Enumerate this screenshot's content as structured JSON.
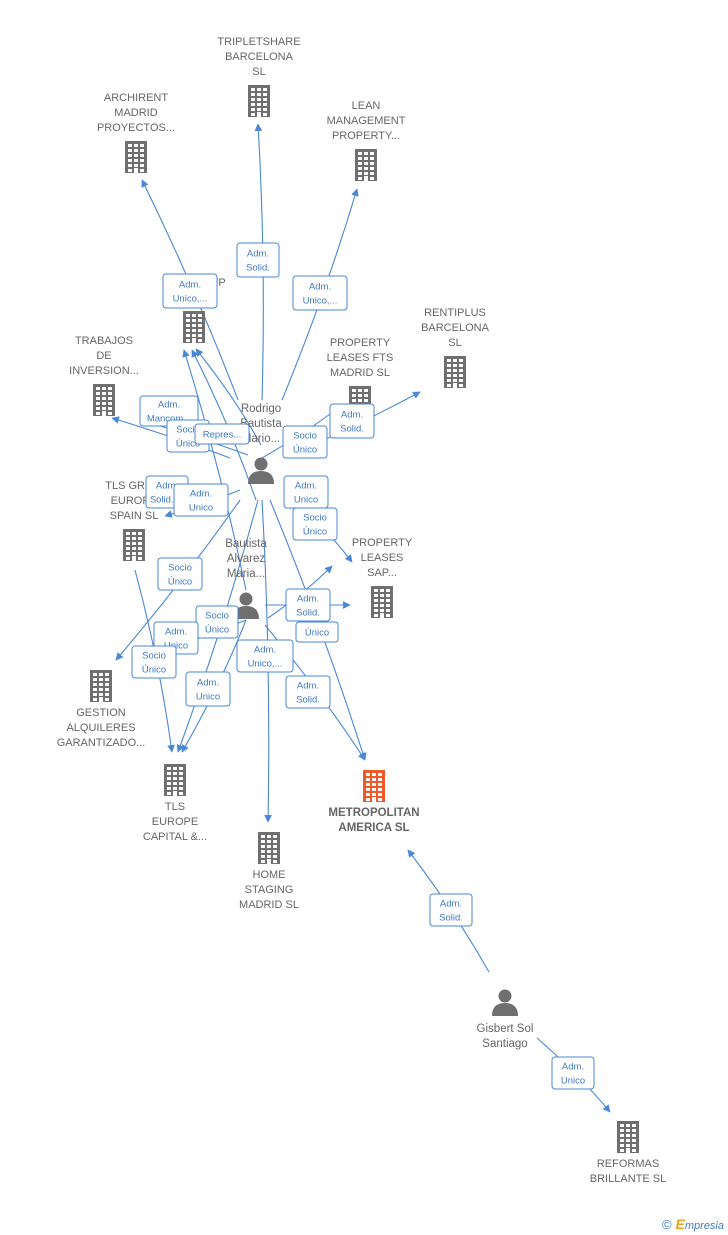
{
  "companies": [
    {
      "id": "tripletshare",
      "lines": [
        "TRIPLETSHARE",
        "BARCELONA",
        "SL"
      ],
      "highlight": false
    },
    {
      "id": "archirent",
      "lines": [
        "ARCHIRENT",
        "MADRID",
        "PROYECTOS..."
      ],
      "highlight": false
    },
    {
      "id": "lean",
      "lines": [
        "LEAN",
        "MANAGEMENT",
        "PROPERTY..."
      ],
      "highlight": false
    },
    {
      "id": "tlsgroup",
      "lines": [
        "TLS GROUP",
        "SA..."
      ],
      "highlight": false
    },
    {
      "id": "rentiplus",
      "lines": [
        "RENTIPLUS",
        "BARCELONA",
        "SL"
      ],
      "highlight": false
    },
    {
      "id": "trabajos",
      "lines": [
        "TRABAJOS",
        "DE",
        "INVERSION..."
      ],
      "highlight": false
    },
    {
      "id": "propertyfts",
      "lines": [
        "PROPERTY",
        "LEASES FTS",
        "MADRID SL"
      ],
      "highlight": false
    },
    {
      "id": "tlsgroupeurope",
      "lines": [
        "TLS GRO...",
        "EUROP...",
        "SPAIN SL"
      ],
      "highlight": false
    },
    {
      "id": "propertysap",
      "lines": [
        "PROPERTY",
        "LEASES",
        "SAP..."
      ],
      "highlight": false
    },
    {
      "id": "gestion",
      "lines": [
        "GESTION",
        "ALQUILERES",
        "GARANTIZADO..."
      ],
      "highlight": false
    },
    {
      "id": "tlseurope",
      "lines": [
        "TLS",
        "EUROPE",
        "CAPITAL &..."
      ],
      "highlight": false
    },
    {
      "id": "homestaging",
      "lines": [
        "HOME",
        "STAGING",
        "MADRID SL"
      ],
      "highlight": false
    },
    {
      "id": "metropolitan",
      "lines": [
        "METROPOLITAN",
        "AMERICA SL"
      ],
      "highlight": true
    },
    {
      "id": "reformas",
      "lines": [
        "REFORMAS",
        "BRILLANTE SL"
      ],
      "highlight": false
    }
  ],
  "persons": [
    {
      "id": "rodrigo",
      "lines": [
        "Rodrigo",
        "Bautista",
        "Mario..."
      ]
    },
    {
      "id": "bautista",
      "lines": [
        "Bautista",
        "Alvarez",
        "Maria..."
      ]
    },
    {
      "id": "gisbert",
      "lines": [
        "Gisbert Sol",
        "Santiago"
      ]
    }
  ],
  "relations": [
    {
      "lines": [
        "Adm.",
        "Solid."
      ]
    },
    {
      "lines": [
        "Adm.",
        "Unico,..."
      ]
    },
    {
      "lines": [
        "Adm.",
        "Unico,..."
      ]
    },
    {
      "lines": [
        "Adm.",
        "Mancom..."
      ]
    },
    {
      "lines": [
        "Socio",
        "Único"
      ]
    },
    {
      "lines": [
        "Repres..."
      ]
    },
    {
      "lines": [
        "Socio",
        "Único"
      ]
    },
    {
      "lines": [
        "Adm.",
        "Solid."
      ]
    },
    {
      "lines": [
        "Adm.",
        "Unico"
      ]
    },
    {
      "lines": [
        "Adm.",
        "Solid.,..."
      ]
    },
    {
      "lines": [
        "Adm.",
        "Unico"
      ]
    },
    {
      "lines": [
        "Socio",
        "Único"
      ]
    },
    {
      "lines": [
        "Socio",
        "Único"
      ]
    },
    {
      "lines": [
        "Socio",
        "Único"
      ]
    },
    {
      "lines": [
        "Adm.",
        "Solid."
      ]
    },
    {
      "lines": [
        "Único"
      ]
    },
    {
      "lines": [
        "Adm.",
        "Unico"
      ]
    },
    {
      "lines": [
        "Socio",
        "Único"
      ]
    },
    {
      "lines": [
        "Adm.",
        "Unico,..."
      ]
    },
    {
      "lines": [
        "Adm.",
        "Unico"
      ]
    },
    {
      "lines": [
        "Adm.",
        "Solid."
      ]
    },
    {
      "lines": [
        "Adm.",
        "Solid."
      ]
    },
    {
      "lines": [
        "Adm.",
        "Unico"
      ]
    }
  ],
  "colors": {
    "building": "#6f6f6f",
    "highlight": "#f05a28",
    "edge": "#4a87d4",
    "person": "#6f6f6f"
  },
  "icons": {
    "company": "building-icon",
    "person": "person-icon"
  },
  "footer": {
    "copyright": "©",
    "brand_e": "E",
    "brand_rest": "mpresia"
  }
}
